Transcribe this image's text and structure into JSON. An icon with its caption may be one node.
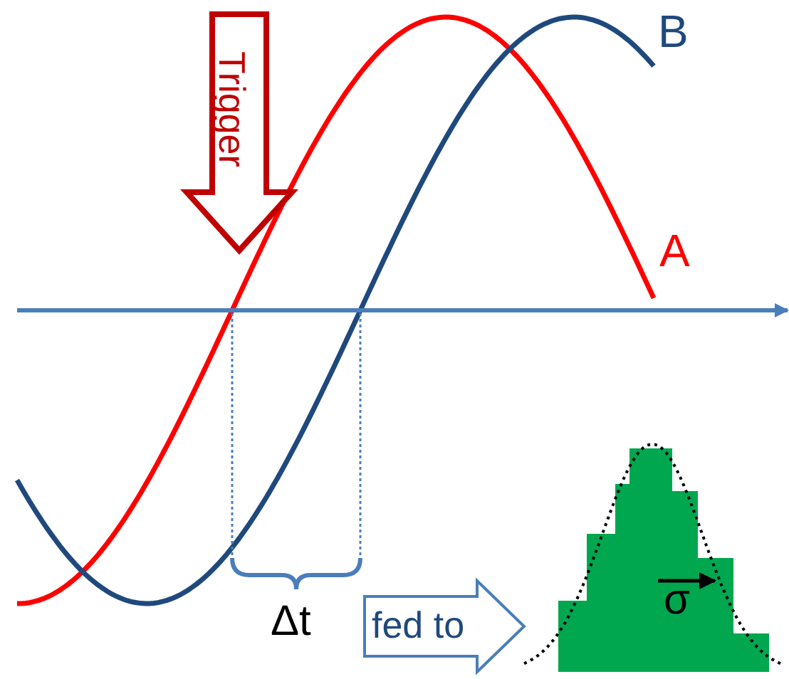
{
  "diagram": {
    "labels": [
      "Trigger",
      "B",
      "A",
      "Δt",
      "fed to",
      "σ"
    ]
  }
}
